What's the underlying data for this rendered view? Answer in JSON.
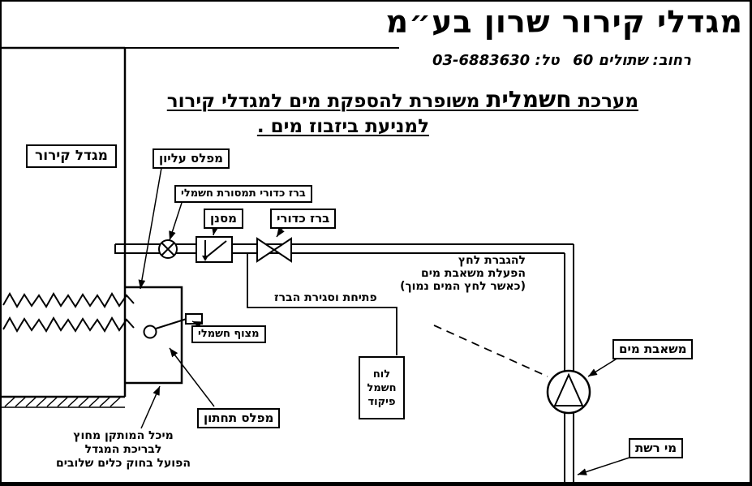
{
  "colors": {
    "ink": "#000000",
    "paper": "#ffffff"
  },
  "header": {
    "company": "מגדלי קירור שרון בע״מ",
    "address": "רחוב: שתולים 60",
    "phone": "טל: 03-6883630"
  },
  "title": {
    "word1": "מערכת ",
    "word2": "חשמלית",
    "rest": " משופרת להספקת מים למגדלי קירור",
    "line2": "למניעת ביזבוז מים ."
  },
  "labels": {
    "cooling_tower": "מגדל קירור",
    "upper_level": "מפלס עליון",
    "electric_ball_valve": "ברז כדורי תמסורת חשמלי",
    "filter": "מסנן",
    "ball_valve": "ברז כדורי",
    "electric_float": "מצוף חשמלי",
    "lower_level": "מפלס תחתון",
    "water_pump": "משאבת מים",
    "mains_water": "מי רשת"
  },
  "notes": {
    "pressure_line1": "להגברת לחץ",
    "pressure_line2": "הפעלת משאבת מים",
    "pressure_line3": "(כאשר לחץ המים נמוך)",
    "valve_wire": "פתיחת וסגירת הברז",
    "tank_line1": "מיכל המותקן מחוץ",
    "tank_line2": "לבריכת המגדל",
    "tank_line3": "הפועל בחוק כלים שלובים"
  },
  "control_panel": {
    "line1": "לוח",
    "line2": "חשמל",
    "line3": "פיקוד"
  }
}
